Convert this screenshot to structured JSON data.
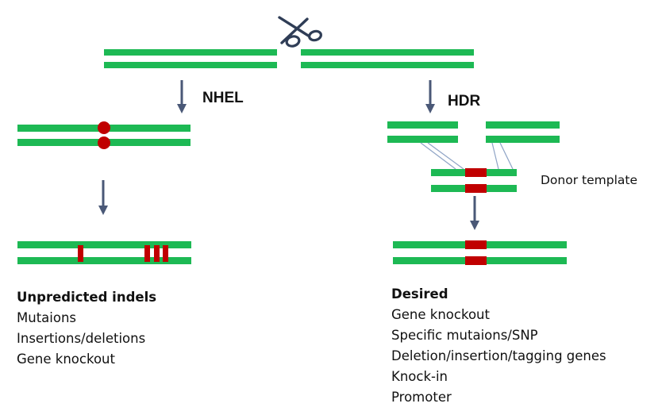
{
  "colors": {
    "dna": "#1db954",
    "edit": "#c00000",
    "arrow": "#4a5877",
    "connector": "#8fa4c6",
    "scissors": "#2f3d56"
  },
  "icons": {
    "cut": "scissors-icon"
  },
  "labels": {
    "nhel": "NHEL",
    "hdr": "HDR",
    "donor": "Donor template"
  },
  "nhel_outcome": {
    "heading": "Unpredicted indels",
    "items": [
      "Mutaions",
      "Insertions/deletions",
      "Gene knockout"
    ]
  },
  "hdr_outcome": {
    "heading": "Desired",
    "items": [
      "Gene knockout",
      "Specific mutaions/SNP",
      "Deletion/insertion/tagging genes",
      "Knock-in",
      "Promoter"
    ]
  }
}
